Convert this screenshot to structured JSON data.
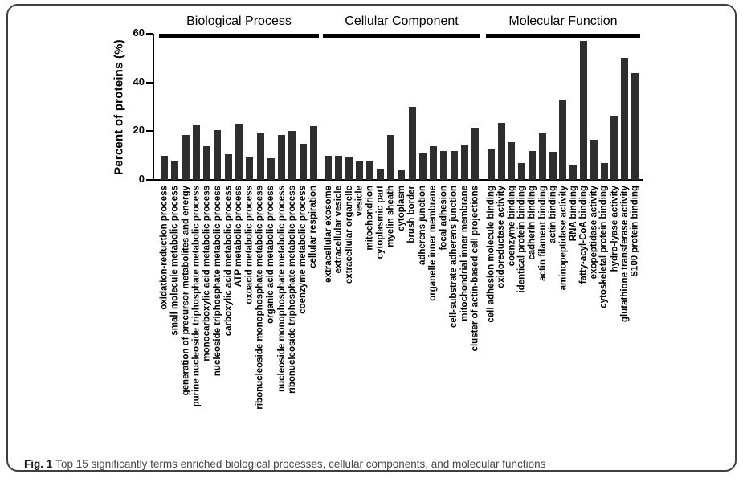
{
  "figure": {
    "caption_label": "Fig. 1",
    "caption_text": "Top 15 significantly terms enriched biological processes, cellular components, and molecular functions"
  },
  "chart_data": {
    "type": "bar",
    "title": "",
    "ylabel": "Percent of proteins (%)",
    "xlabel": "",
    "ylim": [
      0,
      60
    ],
    "yticks": [
      0,
      20,
      40,
      60
    ],
    "grid": false,
    "legend": "none",
    "bar_color": "#2e2e2e",
    "groups": [
      {
        "title": "Biological Process",
        "categories": [
          "oxidation-reduction process",
          "small molecule metabolic process",
          "generation of precursor metabolites and energy",
          "purine nucleoside triphosphate metabolic process",
          "monocarboxylic acid metabolic process",
          "nucleoside triphosphate metabolic process",
          "carboxylic acid metabolic process",
          "ATP metabolic process",
          "oxoacid metabolic process",
          "ribonucleoside monophosphate metabolic process",
          "organic acid metabolic process",
          "nucleoside monophosphate metabolic process",
          "ribonucleoside triphosphate metabolic process",
          "coenzyme metabolic process",
          "cellular respiration"
        ],
        "values": [
          10,
          8,
          18.5,
          22.5,
          14,
          20.5,
          10.5,
          23,
          9.5,
          19,
          9,
          18.5,
          20,
          15,
          22
        ]
      },
      {
        "title": "Cellular Component",
        "categories": [
          "extracellular exosome",
          "extracellular vesicle",
          "extracellular organelle",
          "vesicle",
          "mitochondrion",
          "cytoplasmic part",
          "myelin sheath",
          "cytoplasm",
          "brush border",
          "adherens junction",
          "organelle inner membrane",
          "focal adhesion",
          "cell-substrate adherens junction",
          "mitochondrial inner membrane",
          "cluster of actin-based cell projections"
        ],
        "values": [
          10,
          10,
          9.5,
          7.5,
          8,
          4.5,
          18.5,
          4,
          30,
          11,
          14,
          12,
          12,
          14.5,
          21.5
        ]
      },
      {
        "title": "Molecular Function",
        "categories": [
          "cell adhesion molecule binding",
          "oxidoreductase activity",
          "coenzyme binding",
          "identical protein binding",
          "cadherin binding",
          "actin filament binding",
          "actin binding",
          "aminopeptidase activity",
          "RNA binding",
          "fatty-acyl-CoA binding",
          "exopeptidase activity",
          "cytoskeletal protein binding",
          "hydro-lyase activity",
          "glutathione transferase activity",
          "S100 protein binding"
        ],
        "values": [
          12.5,
          23.5,
          15.5,
          7,
          12,
          19,
          11.5,
          33,
          6,
          57,
          16.5,
          7,
          26,
          50,
          44
        ]
      }
    ]
  }
}
